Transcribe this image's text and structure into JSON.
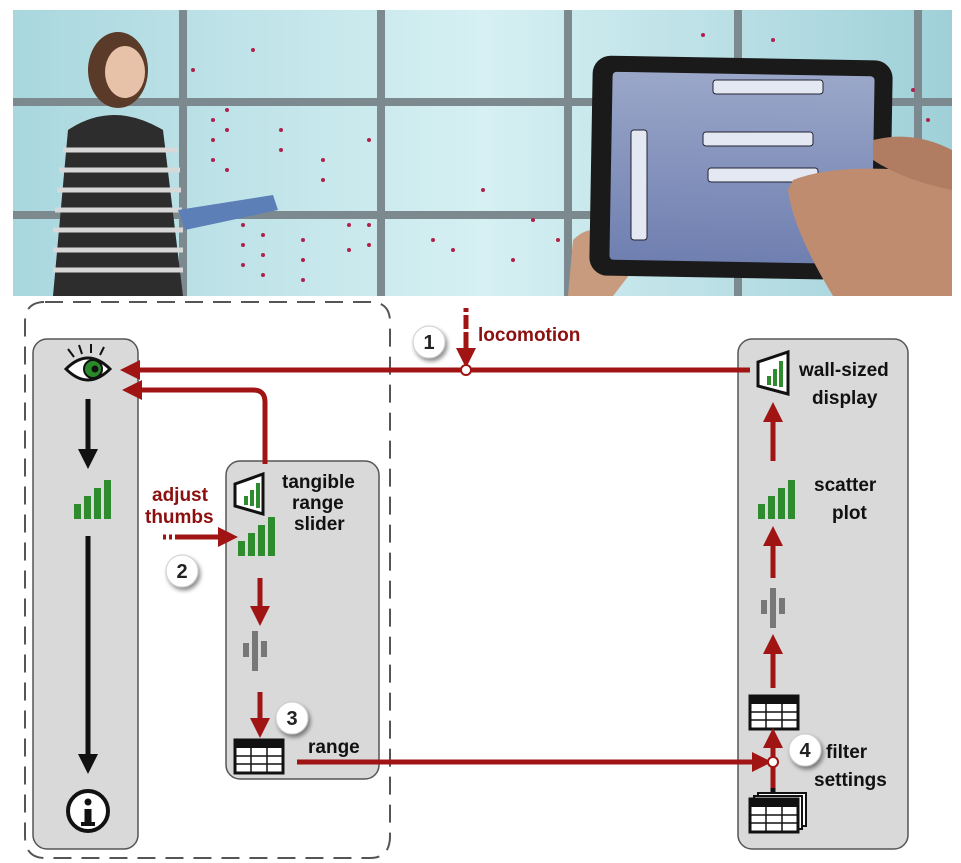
{
  "diagram": {
    "steps": [
      {
        "number": "1",
        "label": "locomotion"
      },
      {
        "number": "2",
        "label_line1": "adjust",
        "label_line2": "thumbs"
      },
      {
        "number": "3",
        "label": "range"
      },
      {
        "number": "4",
        "label_line1": "filter",
        "label_line2": "settings"
      }
    ],
    "slider_panel": {
      "line1": "tangible",
      "line2": "range",
      "line3": "slider"
    },
    "wall_panel": {
      "display_line1": "wall-sized",
      "display_line2": "display",
      "plot_line1": "scatter",
      "plot_line2": "plot"
    },
    "colors": {
      "flow_red": "#a01414",
      "chart_green": "#2e8b2e",
      "panel_gray": "#d9d9d9",
      "photo_wall": "#bfe3ea"
    },
    "icons": [
      "eye-icon",
      "info-icon",
      "bar-chart-icon",
      "filter-icon",
      "table-icon",
      "display-icon"
    ]
  }
}
